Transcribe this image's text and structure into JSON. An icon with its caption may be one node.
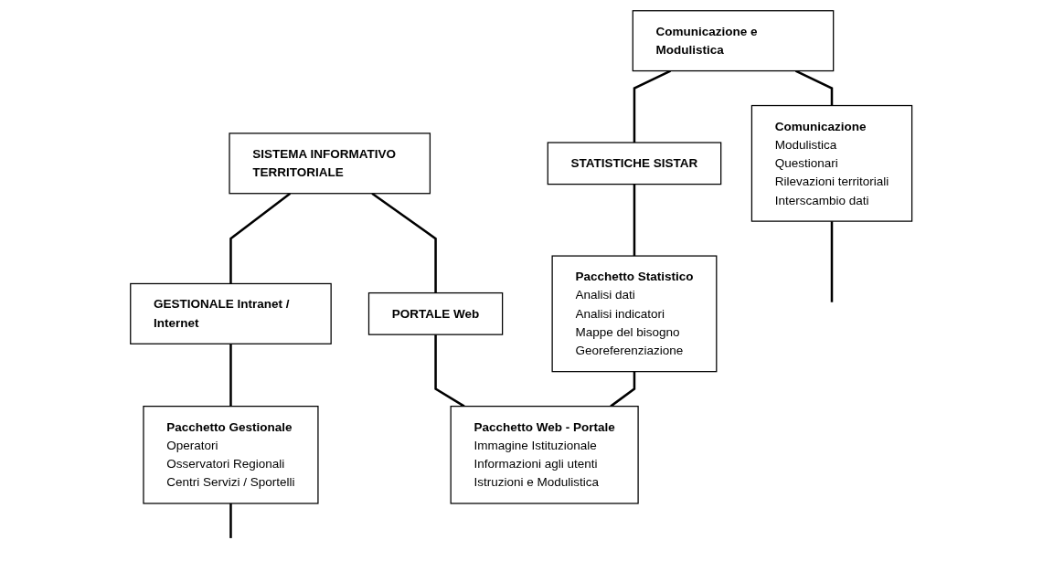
{
  "diagram": {
    "nodes": [
      {
        "text": [
          "SISTEMA INFORMATIVO TERRITORIALE"
        ]
      },
      {
        "text": [
          "GESTIONALE Intranet / Internet"
        ]
      },
      {
        "text": [
          "PORTALE Web"
        ]
      },
      {
        "text": [
          "Comunicazione e Modulistica"
        ]
      },
      {
        "text": [
          "STATISTICHE SISTAR"
        ]
      },
      {
        "text": [
          "Pacchetto Gestionale",
          "Operatori",
          "Osservatori Regionali",
          "Centri Servizi / Sportelli"
        ]
      },
      {
        "text": [
          "Comunicazione",
          "Modulistica",
          "Questionari",
          "Rilevazioni territoriali",
          "Interscambio dati"
        ]
      },
      {
        "text": [
          "Pacchetto Statistico",
          "Analisi dati",
          "Analisi indicatori",
          "Mappe del bisogno",
          "Georeferenziazione"
        ]
      },
      {
        "text": [
          "Pacchetto Web - Portale",
          "Immagine Istituzionale",
          "Informazioni agli utenti",
          "Istruzioni e Modulistica"
        ]
      }
    ],
    "edges": [
      {
        "from": 0,
        "to": 1,
        "arrow": "none"
      },
      {
        "from": 0,
        "to": 2,
        "arrow": "none"
      },
      {
        "from": 3,
        "to": 4,
        "arrow": "none"
      },
      {
        "from": 1,
        "to": 5,
        "arrow": "none"
      },
      {
        "from": 3,
        "to": 6,
        "arrow": "none"
      },
      {
        "from": 4,
        "to": 7,
        "arrow": "none"
      },
      {
        "from": 2,
        "to": 8,
        "arrow": "none"
      },
      {
        "from": 5,
        "to": null,
        "arrow": "none"
      },
      {
        "from": 6,
        "to": null,
        "arrow": "none"
      },
      {
        "from": 7,
        "to": 8,
        "arrow": "none"
      }
    ]
  }
}
